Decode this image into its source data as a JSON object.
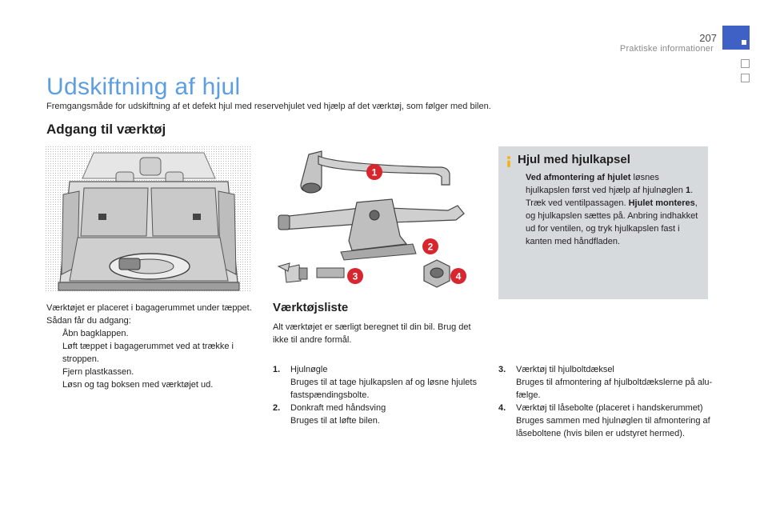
{
  "header": {
    "page_number": "207",
    "section": "Praktiske informationer"
  },
  "title": "Udskiftning af hjul",
  "intro": "Fremgangsmåde for udskiftning af et defekt hjul med reservehjulet ved hjælp af det værktøj, som følger med bilen.",
  "section_heading": "Adgang til værktøj",
  "trunk": {
    "line1": "Værktøjet er placeret i bagagerummet under tæppet.",
    "line2": "Sådan får du adgang:",
    "bullet_marker": "",
    "bullets": [
      "Åbn bagklappen.",
      "Løft tæppet i bagagerummet ved at trække i stroppen.",
      "Fjern plastkassen.",
      "Løsn og tag boksen med værktøjet ud."
    ]
  },
  "tools_figure": {
    "callouts": [
      "1",
      "2",
      "3",
      "4"
    ]
  },
  "tools": {
    "heading": "Værktøjsliste",
    "intro": "Alt værktøjet er særligt beregnet til din bil. Brug det ikke til andre formål.",
    "items": [
      {
        "num": "1.",
        "name": "Hjulnøgle",
        "desc": "Bruges til at tage hjulkapslen af og løsne hjulets fastspændingsbolte."
      },
      {
        "num": "2.",
        "name": "Donkraft med håndsving",
        "desc": "Bruges til at løfte bilen."
      },
      {
        "num": "3.",
        "name": "Værktøj til hjulboltdæksel",
        "desc": "Bruges til afmontering af hjulboltdækslerne på alu-fælge."
      },
      {
        "num": "4.",
        "name": "Værktøj til låsebolte (placeret i handskerummet)",
        "desc": "Bruges sammen med hjulnøglen til afmontering af låseboltene (hvis bilen er udstyret hermed)."
      }
    ]
  },
  "info": {
    "heading": "Hjul med hjulkapsel",
    "b1": "Ved afmontering af hjulet",
    "t1": " løsnes hjulkapslen først ved hjælp af hjulnøglen ",
    "b2": "1",
    "t2": ". Træk ved ventilpassagen. ",
    "b3": "Hjulet monteres",
    "t3": ", og hjulkapslen sættes på. Anbring indhakket ud for ventilen, og tryk hjulkapslen fast i kanten med håndfladen."
  },
  "colors": {
    "title": "#5d9ee0",
    "tab": "#3f61c6",
    "callout": "#d8262f",
    "info_bg": "#d7dadd",
    "info_icon": "#f2b21b"
  }
}
